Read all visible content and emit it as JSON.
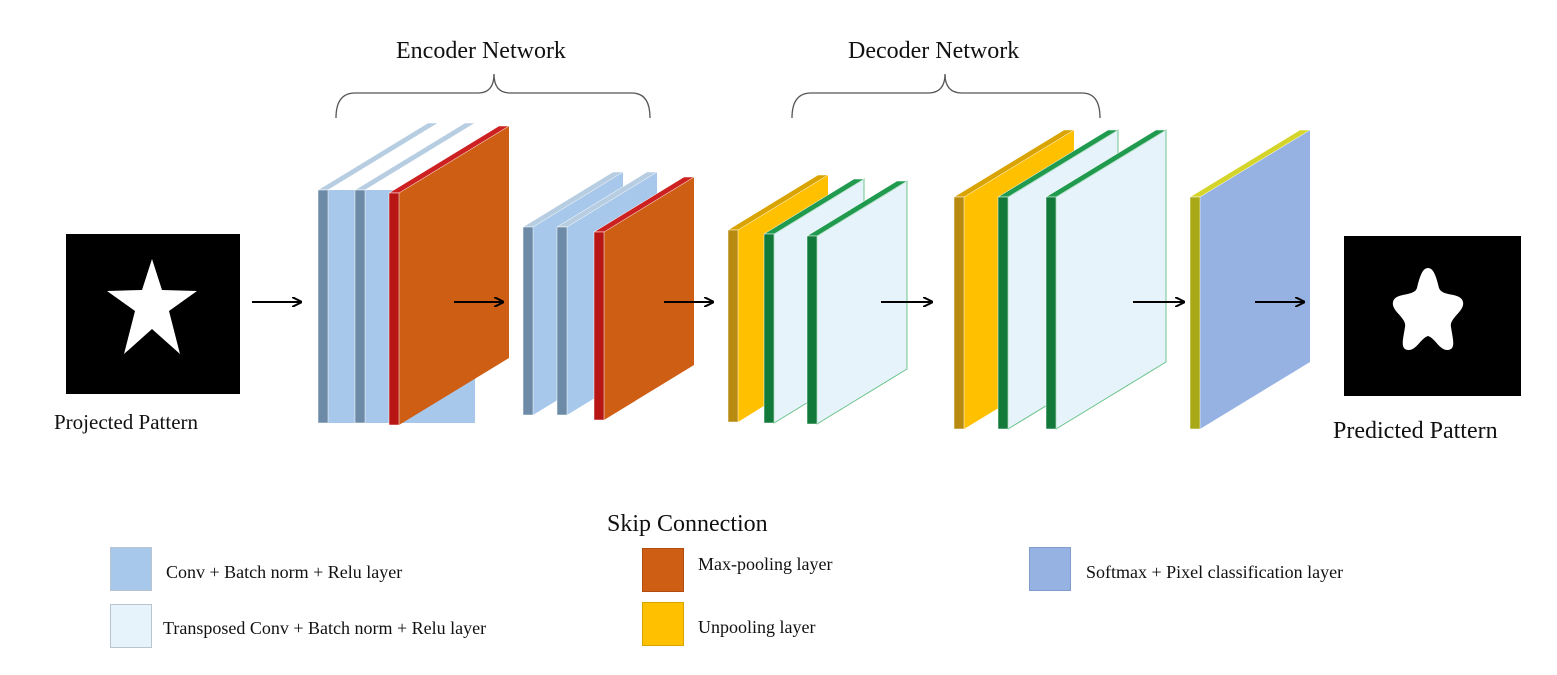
{
  "groups": {
    "encoder": "Encoder Network",
    "decoder": "Decoder Network"
  },
  "input": {
    "label": "Projected Pattern",
    "icon": "star-icon"
  },
  "output": {
    "label": "Predicted Pattern",
    "icon": "rounded-star-icon"
  },
  "skip_label": "Skip Connection",
  "legend": {
    "conv": "Conv + Batch norm + Relu layer",
    "tconv": "Transposed Conv + Batch norm + Relu layer",
    "maxpool": "Max-pooling layer",
    "unpool": "Unpooling layer",
    "softmax": "Softmax + Pixel classification layer"
  },
  "colors": {
    "conv": "#a7c8eb",
    "tconv": "#e6f3fb",
    "maxpool": "#cf5e15",
    "unpool": "#ffc000",
    "softmax": "#95b2e2"
  }
}
